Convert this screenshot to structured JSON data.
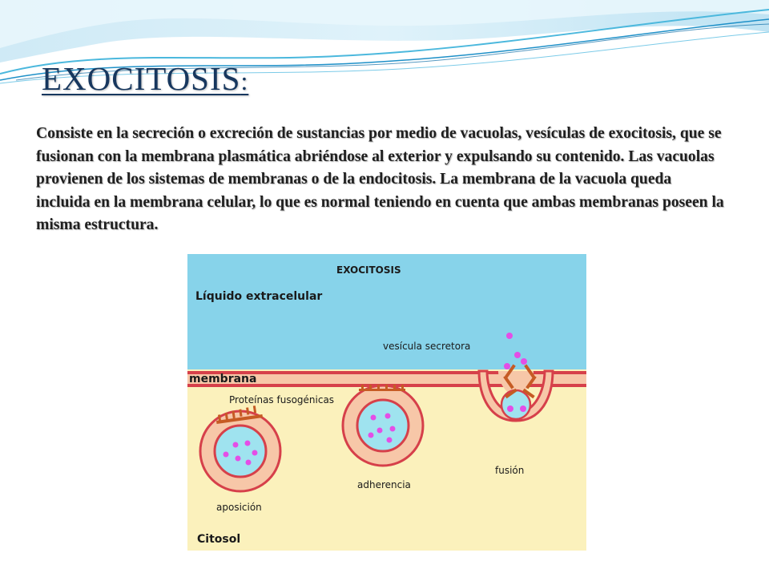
{
  "slide": {
    "title": "EXOCITOSIS",
    "title_colon": ":",
    "body": " Consiste en la secreción o excreción de sustancias por medio de vacuolas, vesículas de exocitosis, que se fusionan con la membrana plasmática abriéndose al exterior y expulsando su contenido. Las vacuolas provienen de los sistemas de membranas o de la endocitosis. La membrana de la vacuola queda incluida en la membrana celular, lo que es normal teniendo en cuenta que ambas membranas poseen la misma estructura."
  },
  "figure": {
    "title": "EXOCITOSIS",
    "extracellular_label": "Líquido extracelular",
    "vesicle_label": "vesícula secretora",
    "membrane_label": "membrana",
    "proteins_label": "Proteínas fusogénicas",
    "stage_apposition": "aposición",
    "stage_adherence": "adherencia",
    "stage_fusion": "fusión",
    "cytosol_label": "Citosol"
  },
  "colors": {
    "title": "#17375e",
    "extracellular": "#87d3ea",
    "cytosol": "#fbf1bc",
    "membrane": "#d6404a",
    "vesicle_wall": "#f7c7a8",
    "vesicle_lumen": "#9fe3ef",
    "cargo": "#e44ee6",
    "protein": "#c65b24"
  }
}
